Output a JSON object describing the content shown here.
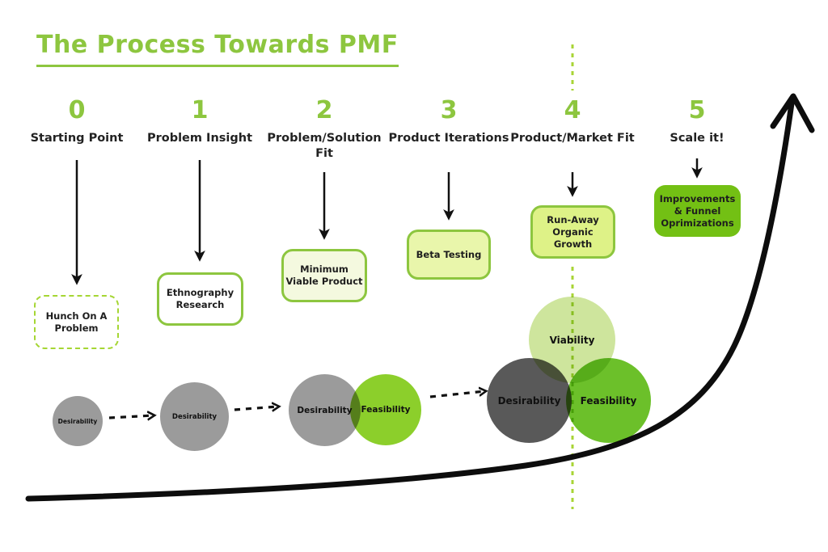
{
  "title": "The Process Towards PMF",
  "stages": [
    {
      "number": "0",
      "label": "Starting Point",
      "box": "Hunch On A Problem"
    },
    {
      "number": "1",
      "label": "Problem Insight",
      "box": "Ethnography Research"
    },
    {
      "number": "2",
      "label": "Problem/Solution Fit",
      "box": "Minimum Viable Product"
    },
    {
      "number": "3",
      "label": "Product Iterations",
      "box": "Beta Testing"
    },
    {
      "number": "4",
      "label": "Product/Market Fit",
      "box": "Run-Away Organic Growth"
    },
    {
      "number": "5",
      "label": "Scale it!",
      "box": "Improvements & Funnel Oprimizations"
    }
  ],
  "circles": {
    "step1_label": "Desirability",
    "step2_label": "Desirability",
    "step3_gray_label": "Desirability",
    "step3_green_label": "Feasibility",
    "step4_top_label": "Viability",
    "step4_left_label": "Desirability",
    "step4_right_label": "Feasibility"
  },
  "colors": {
    "accent_green": "#8dc63f",
    "dashed_border_green": "#a5d633",
    "filled_box_green": "#73c014",
    "runaway_box_bg": "#def287",
    "beta_box_bg": "#e9f6ab",
    "mvp_box_bg": "#f4f9df",
    "gray_circle": "#9b9b9b",
    "dark_gray_circle": "#595959",
    "feasibility_green_small": "#8ccf2b",
    "feasibility_green_big": "#6cc02a",
    "viability_light_green": "#cee59d",
    "curve_black": "#0d0d0d",
    "text_dark": "#222222"
  }
}
